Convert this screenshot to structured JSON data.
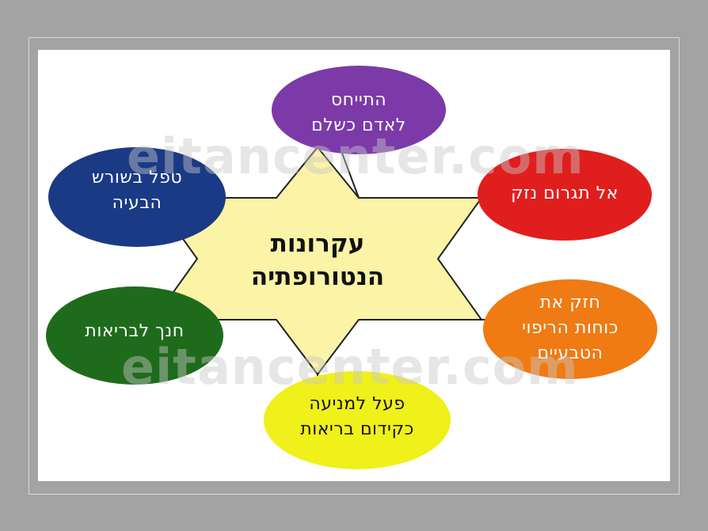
{
  "diagram": {
    "center": {
      "line1": "עקרונות",
      "line2": "הנטורופתיה"
    },
    "nodes": [
      {
        "id": "top",
        "line1": "התייחס",
        "line2": "לאדם כשלם",
        "color": "#7b3aa8"
      },
      {
        "id": "right-top",
        "line1": "אל תגרום נזק",
        "line2": "",
        "color": "#e01e1e"
      },
      {
        "id": "right-bottom",
        "line1": "חזק את",
        "line2": "כוחות הריפוי",
        "line3": "הטבעיים",
        "color": "#f07a14"
      },
      {
        "id": "bottom",
        "line1": "פעל למניעה",
        "line2": "כקידום בריאות",
        "color": "#f0f01a"
      },
      {
        "id": "left-bottom",
        "line1": "חנך לבריאות",
        "line2": "",
        "color": "#1f6b1c"
      },
      {
        "id": "left-top",
        "line1": "טפל בשורש",
        "line2": "הבעיה",
        "color": "#1a3a86"
      }
    ],
    "star_color": "#fbf3a6"
  },
  "watermark": {
    "text": "eitancenter.com"
  }
}
